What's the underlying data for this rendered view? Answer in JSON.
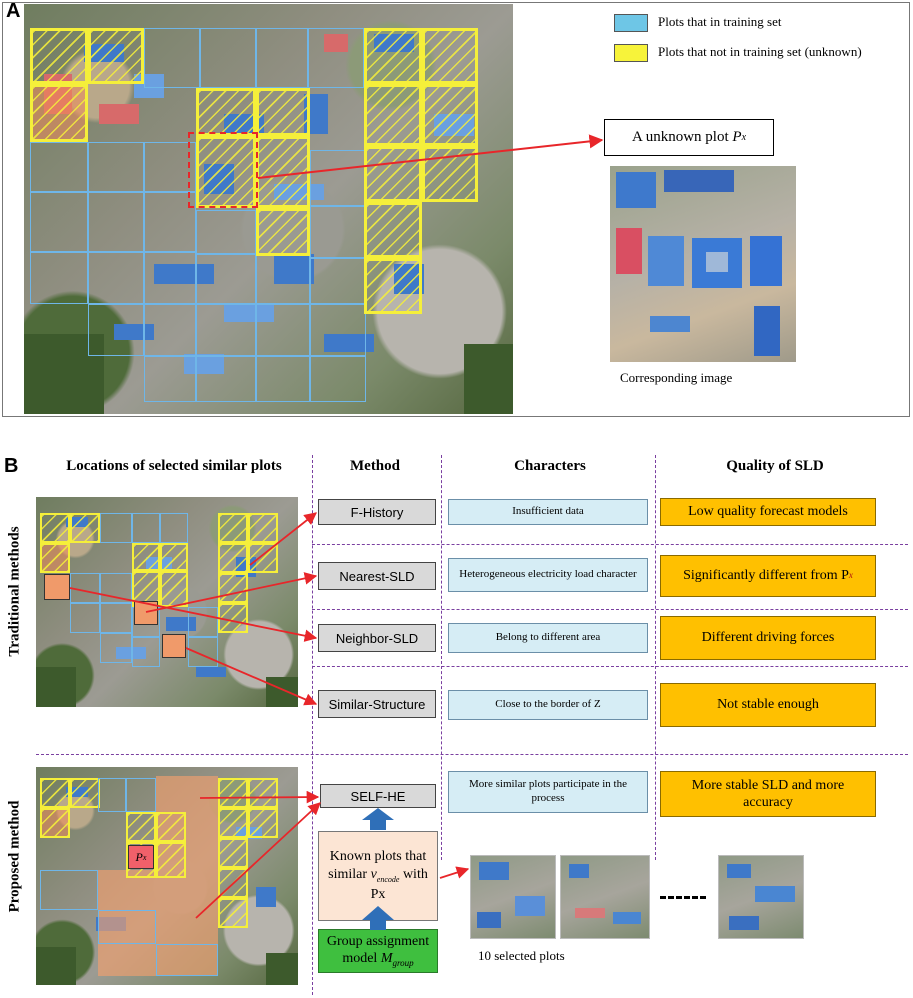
{
  "panel_a": {
    "letter": "A",
    "legend": [
      {
        "label": "Plots that in training set",
        "color": "#6ec6e6"
      },
      {
        "label": "Plots that not in training set (unknown)",
        "color": "#f7f33a"
      }
    ],
    "unknown_plot_label_prefix": "A unknown plot ",
    "unknown_plot_symbol": "P",
    "unknown_plot_subscript": "x",
    "image_caption": "Corresponding image"
  },
  "panel_b": {
    "letter": "B",
    "headers": {
      "locations": "Locations of selected similar plots",
      "method": "Method",
      "characters": "Characters",
      "quality": "Quality of SLD"
    },
    "side_labels": {
      "traditional": "Traditional methods",
      "proposed": "Proposed method"
    },
    "rows": [
      {
        "method": "F-History",
        "character": "Insufficient data",
        "quality": "Low quality forecast models"
      },
      {
        "method": "Nearest-SLD",
        "character": "Heterogeneous electricity load character",
        "quality": "Significantly different from P"
      },
      {
        "method": "Neighbor-SLD",
        "character": "Belong to different area",
        "quality": "Different driving forces"
      },
      {
        "method": "Similar-Structure",
        "character": "Close to the border of Z",
        "quality": "Not stable enough"
      }
    ],
    "quality_subscript": "x",
    "proposed": {
      "method": "SELF-HE",
      "character": "More similar plots participate in the process",
      "quality": "More stable SLD and more accuracy",
      "known_plots_text_1": "Known plots that",
      "known_plots_text_2a": "similar ",
      "known_plots_v": "v",
      "known_plots_v_sub": "encode",
      "known_plots_text_2b": " with",
      "known_plots_text_3": "Px",
      "group_model_1": "Group assignment",
      "group_model_2": "model ",
      "group_model_M": "M",
      "group_model_sub": "group",
      "selected_caption": "10 selected plots",
      "map_marker": "P",
      "map_marker_sub": "x"
    }
  },
  "colors": {
    "training": "#6ec6e6",
    "unknown": "#f7f33a",
    "arrow": "#e8262a",
    "quality": "#ffc000",
    "character": "#d6edf5",
    "method": "#d9d9d9",
    "group_model": "#3fbf3f",
    "known_plots": "#fce5d4",
    "divider": "#7a3fa0",
    "up_arrow": "#2f6fb8"
  }
}
